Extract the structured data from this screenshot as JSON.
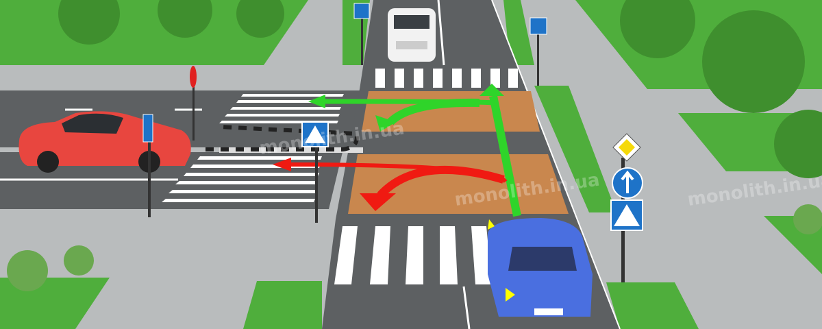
{
  "scene": {
    "title": "Intersection with main road and pedestrian crossings",
    "watermark": "monolith.in.ua",
    "colors": {
      "grass": "#4fae3c",
      "sidewalk": "#b9bcbd",
      "road": "#5d6062",
      "box_junction": "#c9874e",
      "arrow_green": "#2fd42a",
      "arrow_red": "#f01a12",
      "red_car": "#e8463f",
      "blue_car": "#4a6fe0",
      "white_car": "#f2f2f2",
      "sign_blue": "#1e73c8"
    },
    "icons": [
      "pedestrian-crossing-sign",
      "main-road-sign",
      "straight-only-sign",
      "no-entry-sign"
    ]
  }
}
